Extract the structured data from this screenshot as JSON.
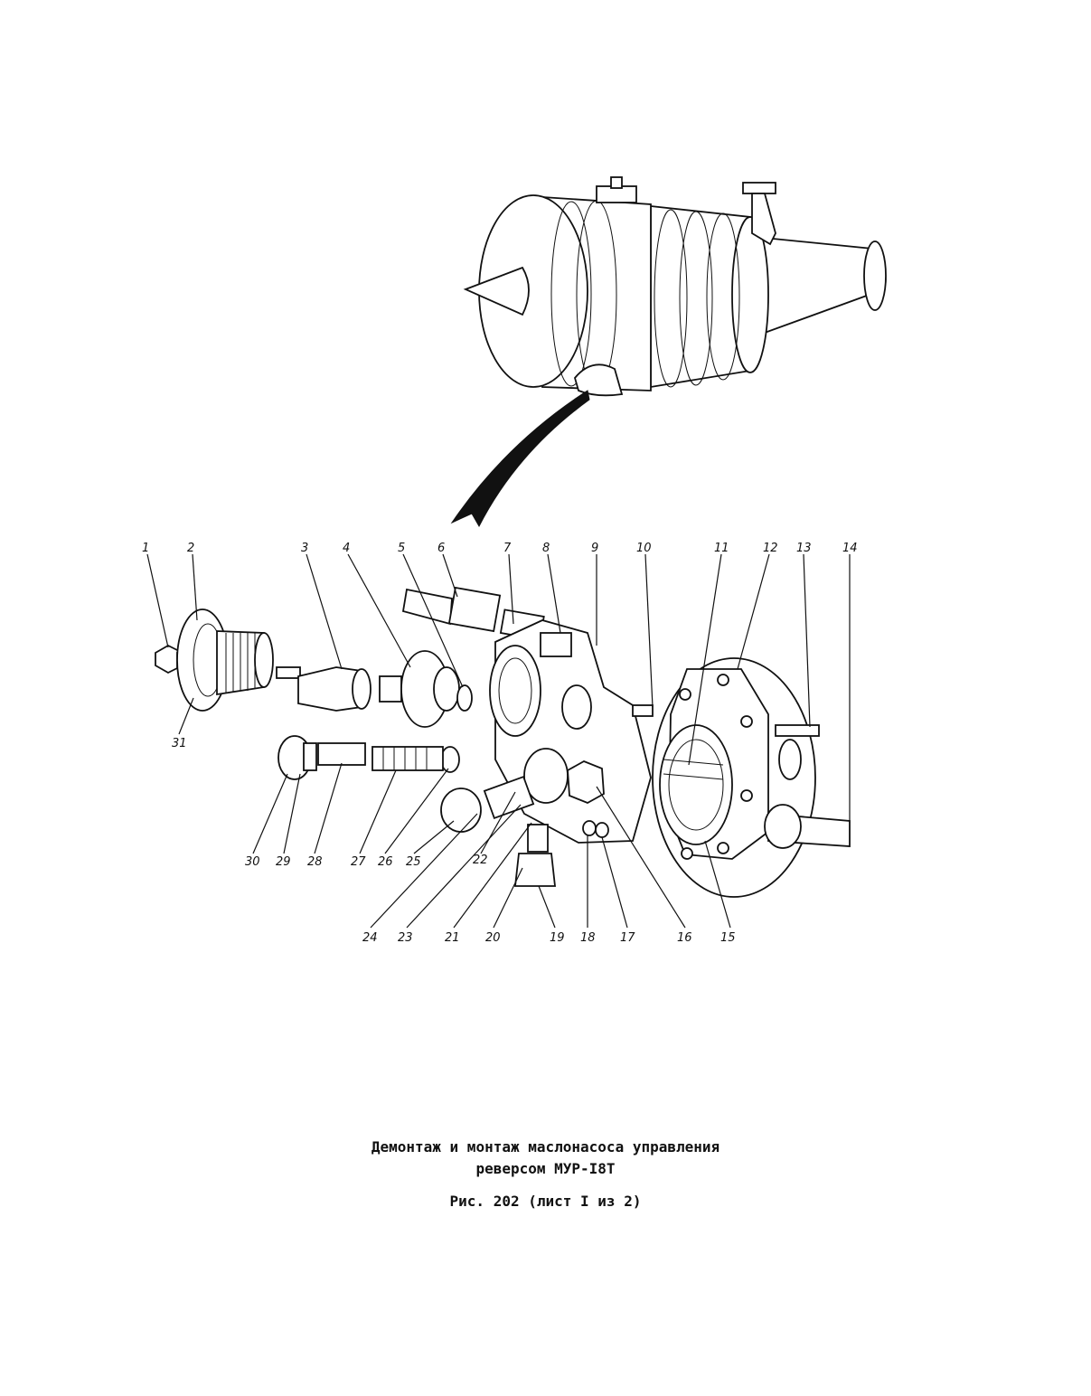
{
  "caption": {
    "line1": "Демонтаж и монтаж маслонасоса управления",
    "line2": "реверсом МУР-I8Т",
    "line3": "Рис. 202 (лист I из 2)"
  },
  "callouts": [
    "1",
    "2",
    "3",
    "4",
    "5",
    "6",
    "7",
    "8",
    "9",
    "10",
    "11",
    "12",
    "13",
    "14",
    "15",
    "16",
    "17",
    "18",
    "19",
    "20",
    "21",
    "22",
    "23",
    "24",
    "25",
    "26",
    "27",
    "28",
    "29",
    "30",
    "31"
  ]
}
